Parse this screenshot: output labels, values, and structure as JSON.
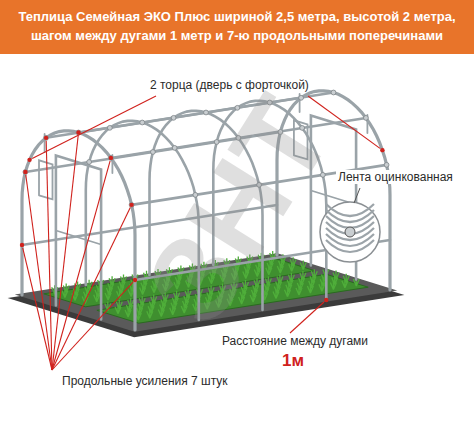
{
  "diagram": {
    "title": "Теплица Семейная ЭКО Плюс шириной 2,5 метра, высотой 2 метра, шагом между дугами 1 метр и 7-ю продольными поперечинами",
    "labels": [
      "2 торца (дверь с форточкой)",
      "Лента оцинкованная",
      "Расстояние между дугами",
      "1м",
      "Продольные усиления 7 штук",
      "ЗНТ"
    ]
  }
}
